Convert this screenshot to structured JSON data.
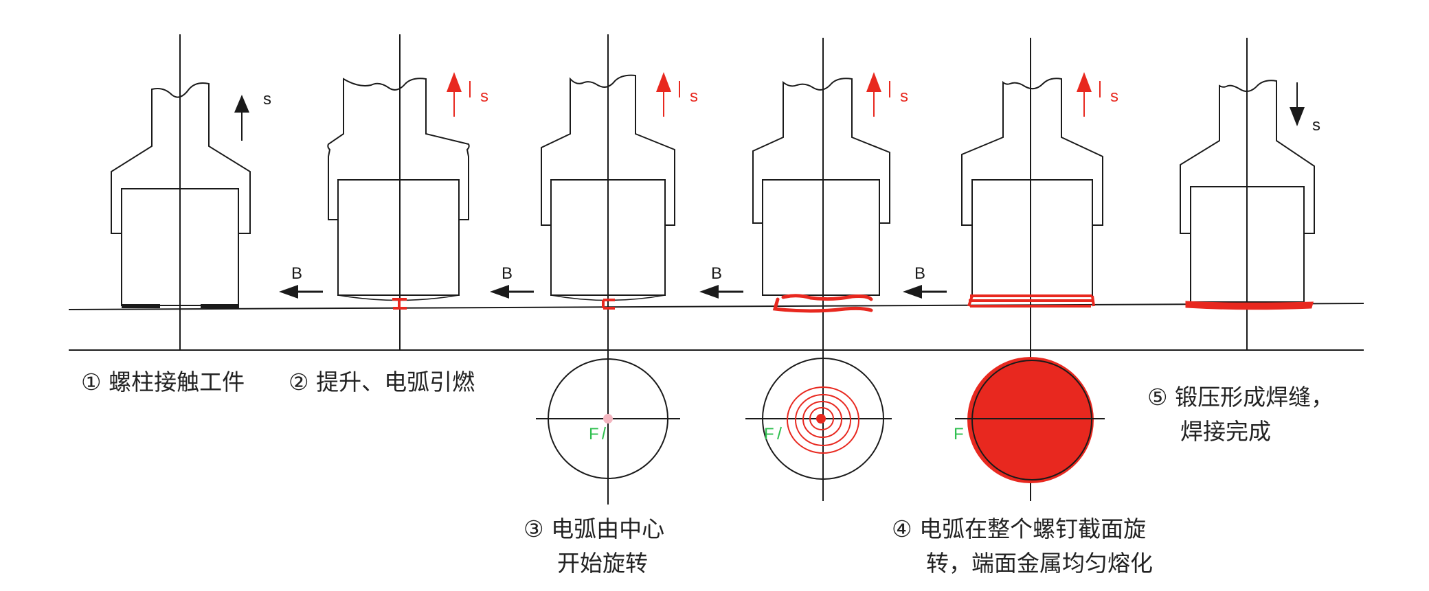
{
  "colors": {
    "line": "#1a1a1a",
    "arc": "#e8281f",
    "force": "#2fbf4f",
    "spot": "#f3b6c0"
  },
  "labels": {
    "s": "s",
    "b": "B",
    "f": "F"
  },
  "captions": {
    "step1": "① 螺柱接触工件",
    "step2": "② 提升、电弧引燃",
    "step3_line1": "③ 电弧由中心",
    "step3_line2": "开始旋转",
    "step4_line1": "④ 电弧在整个螺钉截面旋",
    "step4_line2": "转，端面金属均匀熔化",
    "step5_line1": "⑤ 锻压形成焊缝，",
    "step5_line2": "焊接完成"
  }
}
